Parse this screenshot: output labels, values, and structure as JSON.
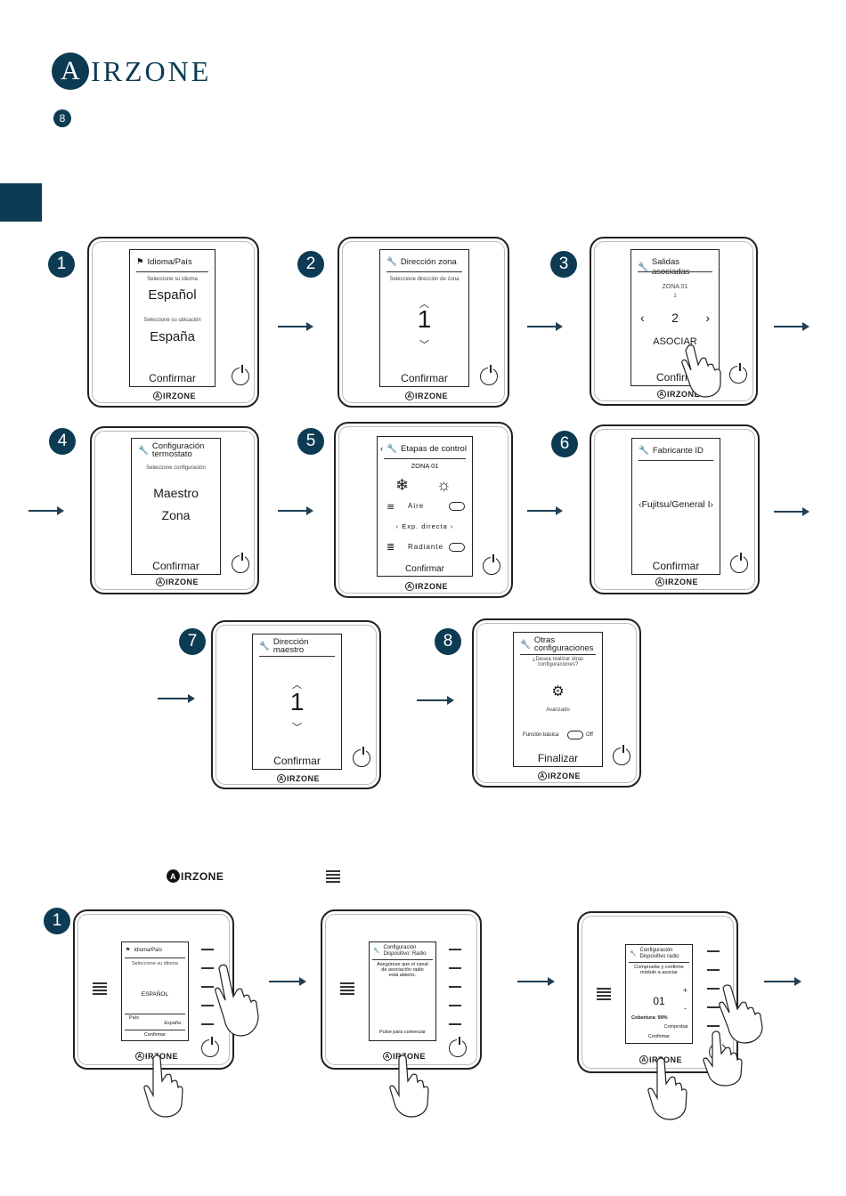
{
  "header": {
    "brand": "IRZONE",
    "brand_initial": "A",
    "section_number": "8"
  },
  "steps_top": [
    {
      "n": "1",
      "title": "Idioma/País",
      "label1": "Seleccione su idioma",
      "value1": "Español",
      "label2": "Seleccione su ubicación",
      "value2": "España",
      "confirm": "Confirmar"
    },
    {
      "n": "2",
      "title": "Dirección zona",
      "label1": "Seleccione dirección de zona",
      "value": "1",
      "confirm": "Confirmar"
    },
    {
      "n": "3",
      "title": "Salidas asociadas",
      "zone": "ZONA 01",
      "sub": "1",
      "value": "2",
      "action": "ASOCIAR",
      "confirm": "Confirm"
    },
    {
      "n": "4",
      "title_line1": "Configuración",
      "title_line2": "termostato",
      "label1": "Seleccione configuración",
      "opt1": "Maestro",
      "opt2": "Zona",
      "confirm": "Confirmar"
    },
    {
      "n": "5",
      "title": "Etapas de control",
      "zone": "ZONA 01",
      "row1": "Aire",
      "mode": "‹ Exp. directa ›",
      "row2": "Radiante",
      "confirm": "Confirmar"
    },
    {
      "n": "6",
      "title": "Fabricante ID",
      "value": "Fujitsu/General I",
      "confirm": "Confirmar"
    },
    {
      "n": "7",
      "title_line1": "Dirección",
      "title_line2": "maestro",
      "value": "1",
      "confirm": "Confirmar"
    },
    {
      "n": "8",
      "title_line1": "Otras",
      "title_line2": "configuraciones",
      "question": "¿Desea realizar otras configuraciones?",
      "adv": "Avanzado",
      "basic": "Función básica",
      "off": "Off",
      "finish": "Finalizar"
    }
  ],
  "device_brand": "IRZONE",
  "bottom_header": {
    "brand": "IRZONE"
  },
  "steps_bottom": [
    {
      "n": "1",
      "title": "Idioma/País",
      "label1": "Seleccione su idioma",
      "value1": "ESPAÑOL",
      "pais": "País",
      "country": "España",
      "confirm": "Confirmar"
    },
    {
      "title_line1": "Configuración",
      "title_line2": "Dispositivo: Radio",
      "text": "Asegúrese que el canal de asociación radio está abierto.",
      "start": "Pulse para comenzar"
    },
    {
      "title_line1": "Configuración",
      "title_line2": "Dispositivo radio",
      "text": "Compruebe y confirme módulo a asociar",
      "value": "01",
      "plus": "+",
      "minus": "-",
      "coverage": "Cobertura: 99%",
      "check": "Comprobar",
      "confirm": "Confirmar"
    }
  ]
}
